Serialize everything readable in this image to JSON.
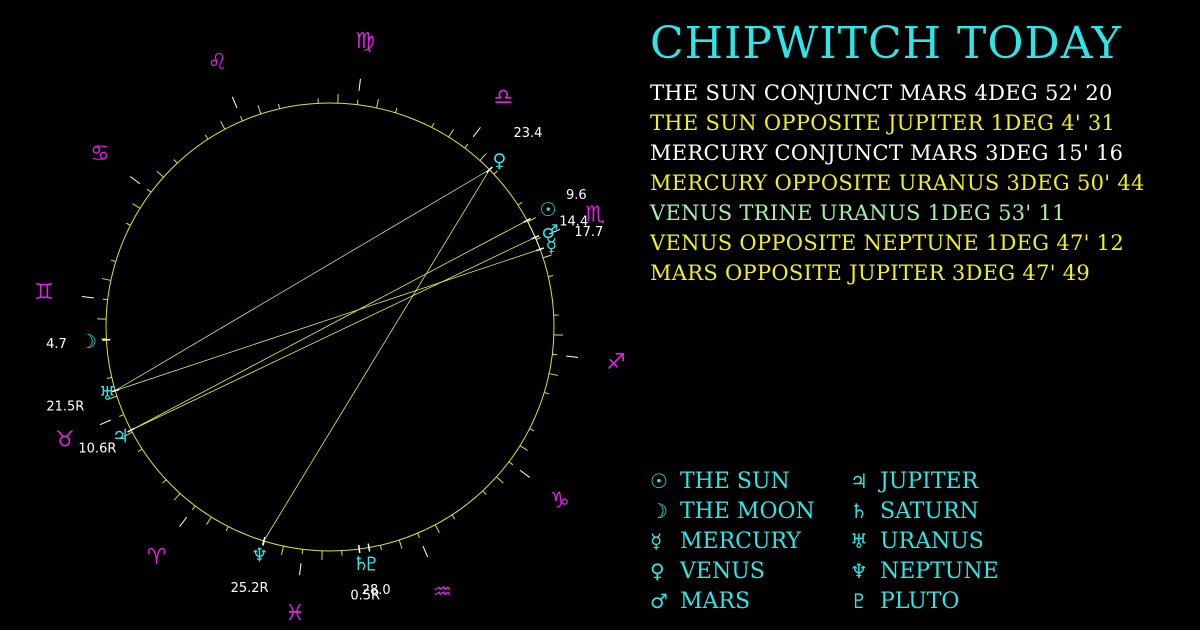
{
  "title": "CHIPWITCH TODAY",
  "colors": {
    "cyan": "#2ee6e6",
    "magenta": "#e020e0",
    "yellow": "#f0f020",
    "white": "#ffffff",
    "green": "#a6f0a6",
    "wheel": "#e0e030",
    "conjunction_line": "#ffffc0",
    "opposition_line": "#f0f040",
    "trine_line": "#a6f0a6"
  },
  "aspects": [
    {
      "text": "THE SUN CONJUNCT MARS 4DEG 52' 20",
      "color": "#ffffff"
    },
    {
      "text": "THE SUN OPPOSITE JUPITER 1DEG 4' 31",
      "color": "#f0f020"
    },
    {
      "text": "MERCURY CONJUNCT MARS 3DEG 15' 16",
      "color": "#ffffff"
    },
    {
      "text": "MERCURY OPPOSITE URANUS 3DEG 50' 44",
      "color": "#f0f020"
    },
    {
      "text": "VENUS TRINE URANUS 1DEG 53' 11",
      "color": "#a6f0a6"
    },
    {
      "text": "VENUS OPPOSITE NEPTUNE 1DEG 47' 12",
      "color": "#f0f020"
    },
    {
      "text": "MARS OPPOSITE JUPITER 3DEG 47' 49",
      "color": "#f0f020"
    }
  ],
  "legend": [
    {
      "icon": "sun-icon",
      "glyph": "☉",
      "label": "THE SUN"
    },
    {
      "icon": "moon-icon",
      "glyph": "☽",
      "label": "THE MOON"
    },
    {
      "icon": "mercury-icon",
      "glyph": "☿",
      "label": "MERCURY"
    },
    {
      "icon": "venus-icon",
      "glyph": "♀",
      "label": "VENUS"
    },
    {
      "icon": "mars-icon",
      "glyph": "♂",
      "label": "MARS"
    },
    {
      "icon": "jupiter-icon",
      "glyph": "♃",
      "label": "JUPITER"
    },
    {
      "icon": "saturn-icon",
      "glyph": "♄",
      "label": "SATURN"
    },
    {
      "icon": "uranus-icon",
      "glyph": "♅",
      "label": "URANUS"
    },
    {
      "icon": "neptune-icon",
      "glyph": "♆",
      "label": "NEPTUNE"
    },
    {
      "icon": "pluto-icon",
      "glyph": "♇",
      "label": "PLUTO"
    }
  ],
  "signs": [
    {
      "icon": "aries-icon",
      "glyph": "♈"
    },
    {
      "icon": "taurus-icon",
      "glyph": "♉"
    },
    {
      "icon": "gemini-icon",
      "glyph": "♊"
    },
    {
      "icon": "cancer-icon",
      "glyph": "♋"
    },
    {
      "icon": "leo-icon",
      "glyph": "♌"
    },
    {
      "icon": "virgo-icon",
      "glyph": "♍"
    },
    {
      "icon": "libra-icon",
      "glyph": "♎"
    },
    {
      "icon": "scorpio-icon",
      "glyph": "♏"
    },
    {
      "icon": "sagittarius-icon",
      "glyph": "♐"
    },
    {
      "icon": "capricorn-icon",
      "glyph": "♑"
    },
    {
      "icon": "aquarius-icon",
      "glyph": "♒"
    },
    {
      "icon": "pisces-icon",
      "glyph": "♓"
    }
  ],
  "chart_data": {
    "type": "astrological-wheel",
    "planets": [
      {
        "name": "sun",
        "glyph": "☉",
        "sign": "scorpio",
        "degree": 9.6,
        "label": "9.6"
      },
      {
        "name": "moon",
        "glyph": "☽",
        "sign": "gemini",
        "degree": 4.7,
        "label": "4.7"
      },
      {
        "name": "mercury",
        "glyph": "☿",
        "sign": "scorpio",
        "degree": 17.7,
        "label": "17.7"
      },
      {
        "name": "venus",
        "glyph": "♀",
        "sign": "libra",
        "degree": 23.4,
        "label": "23.4"
      },
      {
        "name": "mars",
        "glyph": "♂",
        "sign": "scorpio",
        "degree": 14.4,
        "label": "14.4"
      },
      {
        "name": "jupiter",
        "glyph": "♃",
        "sign": "taurus",
        "degree": 10.6,
        "label": "10.6R"
      },
      {
        "name": "saturn",
        "glyph": "♄",
        "sign": "pisces",
        "degree": 0.5,
        "label": "0.5R"
      },
      {
        "name": "uranus",
        "glyph": "♅",
        "sign": "taurus",
        "degree": 21.5,
        "label": "21.5R"
      },
      {
        "name": "neptune",
        "glyph": "♆",
        "sign": "pisces",
        "degree": 25.2,
        "label": "25.2R"
      },
      {
        "name": "pluto",
        "glyph": "♇",
        "sign": "aquarius",
        "degree": 28.0,
        "label": "28.0"
      }
    ],
    "aspect_lines": [
      {
        "from": "sun",
        "to": "jupiter",
        "kind": "opposition"
      },
      {
        "from": "mercury",
        "to": "uranus",
        "kind": "opposition"
      },
      {
        "from": "mars",
        "to": "jupiter",
        "kind": "opposition"
      },
      {
        "from": "venus",
        "to": "neptune",
        "kind": "opposition"
      },
      {
        "from": "venus",
        "to": "uranus",
        "kind": "trine"
      },
      {
        "from": "sun",
        "to": "mars",
        "kind": "conjunction"
      },
      {
        "from": "mercury",
        "to": "mars",
        "kind": "conjunction"
      }
    ]
  }
}
